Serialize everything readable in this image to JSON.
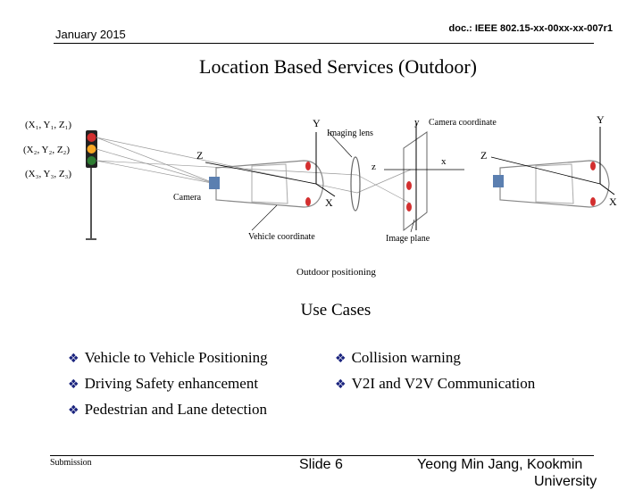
{
  "header": {
    "date": "January 2015",
    "doc_id": "doc.: IEEE 802.15-xx-00xx-xx-007r1"
  },
  "slide_title": "Location Based Services (Outdoor)",
  "figure": {
    "caption": "Outdoor positioning",
    "light_coords": [
      "(X₁, Y₁, Z₁)",
      "(X₂, Y₂, Z₂)",
      "(X₃, Y₃, Z₃)"
    ],
    "labels": {
      "camera": "Camera",
      "vehicle_coordinate": "Vehicle coordinate",
      "imaging_lens": "Imaging lens",
      "image_plane": "Image plane",
      "camera_coordinate": "Camera coordinate",
      "axis_y_left": "Y",
      "axis_z_left": "Z",
      "axis_x_left": "X",
      "axis_y_lower": "y",
      "axis_z_lower": "z",
      "axis_x_lower": "x",
      "axis_y_right": "Y",
      "axis_z_right": "Z",
      "axis_x_right": "X"
    }
  },
  "use_cases": {
    "title": "Use Cases",
    "left": [
      "Vehicle to Vehicle Positioning",
      "Driving Safety enhancement",
      "Pedestrian and Lane detection"
    ],
    "right": [
      "Collision warning",
      "V2I and V2V Communication"
    ]
  },
  "footer": {
    "left": "Submission",
    "center": "Slide 6",
    "right_line1": "Yeong Min Jang, Kookmin",
    "right_line2": "University"
  }
}
